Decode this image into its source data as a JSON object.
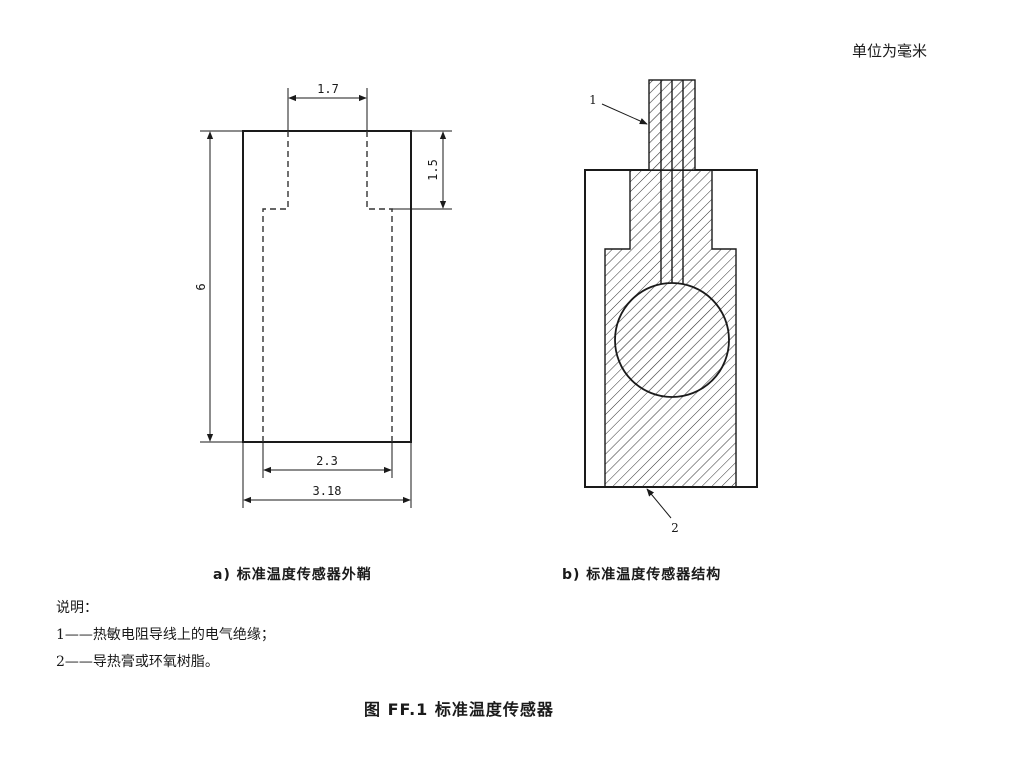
{
  "unit_note": "单位为毫米",
  "diagram_a": {
    "caption": "a)  标准温度传感器外鞘",
    "dimensions": {
      "top_opening": "1.7",
      "top_depth": "1.5",
      "height": "6",
      "inner_width": "2.3",
      "outer_width": "3.18"
    }
  },
  "diagram_b": {
    "caption": "b)  标准温度传感器结构",
    "callouts": [
      "1",
      "2"
    ]
  },
  "legend": {
    "title": "说明：",
    "items": [
      "1——热敏电阻导线上的电气绝缘；",
      "2——导热膏或环氧树脂。"
    ]
  },
  "figure_title": "图 FF.1   标准温度传感器"
}
